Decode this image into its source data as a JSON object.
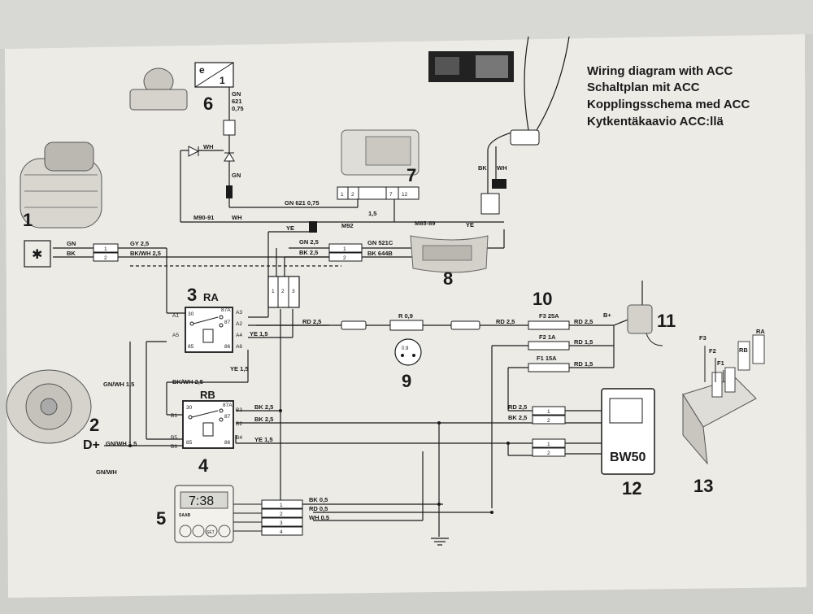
{
  "title_lines": [
    "Wiring diagram with ACC",
    "Schaltplan mit ACC",
    "Kopplingsschema med ACC",
    "Kytkentäkaavio ACC:llä"
  ],
  "components": {
    "c1": "1",
    "c2": "2",
    "c3": "3",
    "c4": "4",
    "c5": "5",
    "c6": "6",
    "c7": "7",
    "c8": "8",
    "c9": "9",
    "c10": "10",
    "c11": "11",
    "c12": "12",
    "c13": "13"
  },
  "relays": {
    "ra": "RA",
    "rb": "RB"
  },
  "wire_labels": {
    "gn": "GN",
    "bk": "BK",
    "gy25": "GY 2,5",
    "bkwh25": "BK/WH 2,5",
    "gn25": "GN 2,5",
    "bk25a": "BK 2,5",
    "gn521c": "GN 521C",
    "bk644b": "BK 644B",
    "m9091": "M90-91",
    "wh": "WH",
    "ye": "YE",
    "m92": "M92",
    "m8589": "M85-89",
    "ye_right": "YE",
    "gn621": "GN 621 0,75",
    "gn621_v1": "GN",
    "gn621_v2": "621",
    "gn621_v3": "0,75",
    "wh_diode": "WH",
    "gn_vert": "GN",
    "v15": "1,5",
    "ye15a": "YE 1,5",
    "ye15b": "YE 1,5",
    "rd25a": "RD 2,5",
    "r09": "R 0,9",
    "rd25b": "RD 2,5",
    "f325a": "F3 25A",
    "rd25c": "RD 2,5",
    "bplus": "B+",
    "f21a": "F2 1A",
    "rd15a": "RD 1,5",
    "f115a": "F1 15A",
    "rd15b": "RD 1,5",
    "gnwh15a": "GN/WH 1,5",
    "bkwh25b": "BK/WH 2,5",
    "bk25b": "BK 2,5",
    "bk25c": "BK 2,5",
    "ye15c": "YE 1,5",
    "gnwh15b": "GN/WH 1,5",
    "dplus": "D+",
    "gnwh": "GN/WH",
    "rd25d": "RD 2,5",
    "bk25d": "BK 2,5",
    "bk05": "BK 0,5",
    "rd05": "RD 0,5",
    "wh05": "WH 0,5",
    "bw50": "BW50",
    "bk_top": "BK",
    "wh_top": "WH",
    "f3_13": "F3",
    "f2_13": "F2",
    "f1_13": "F1",
    "rb_13": "RB",
    "ra_13": "RA",
    "e_box": "e",
    "one_box": "1",
    "n09": "0.9",
    "clock": "7:38",
    "saab": "SAAB",
    "set": "SET"
  },
  "connector_pins": {
    "one": "1",
    "two": "2",
    "three": "3",
    "four": "4",
    "seven": "7",
    "twelve": "12"
  },
  "relay_pins": {
    "a1": "A1",
    "a2": "A2",
    "a3": "A3",
    "a4": "A4",
    "a5": "A5",
    "a6": "A6",
    "n30": "30",
    "n87a": "87A",
    "n87": "87",
    "n86": "86",
    "n85": "85",
    "b1": "B1",
    "b2": "B2",
    "b3": "B3",
    "b4": "B4",
    "b5": "B5",
    "b6": "B6"
  },
  "colors": {
    "paper": "#ecebe6",
    "ink": "#1a1a1a",
    "background": "#cfcfcb"
  }
}
